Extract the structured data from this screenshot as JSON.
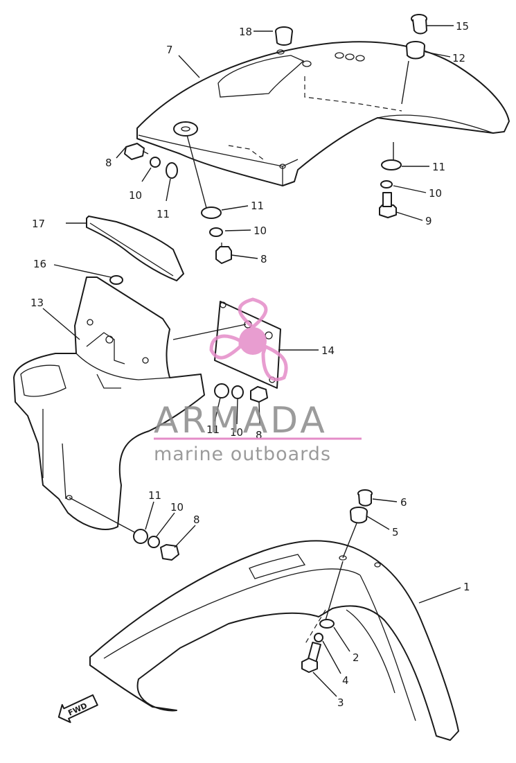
{
  "callouts": [
    {
      "id": "c1",
      "label": "1"
    },
    {
      "id": "c2",
      "label": "2"
    },
    {
      "id": "c3",
      "label": "3"
    },
    {
      "id": "c4",
      "label": "4"
    },
    {
      "id": "c5",
      "label": "5"
    },
    {
      "id": "c6",
      "label": "6"
    },
    {
      "id": "c7",
      "label": "7"
    },
    {
      "id": "c8a",
      "label": "8"
    },
    {
      "id": "c8b",
      "label": "8"
    },
    {
      "id": "c8c",
      "label": "8"
    },
    {
      "id": "c8d",
      "label": "8"
    },
    {
      "id": "c9",
      "label": "9"
    },
    {
      "id": "c10a",
      "label": "10"
    },
    {
      "id": "c10b",
      "label": "10"
    },
    {
      "id": "c10c",
      "label": "10"
    },
    {
      "id": "c10d",
      "label": "10"
    },
    {
      "id": "c10e",
      "label": "10"
    },
    {
      "id": "c11a",
      "label": "11"
    },
    {
      "id": "c11b",
      "label": "11"
    },
    {
      "id": "c11c",
      "label": "11"
    },
    {
      "id": "c11d",
      "label": "11"
    },
    {
      "id": "c11e",
      "label": "11"
    },
    {
      "id": "c12",
      "label": "12"
    },
    {
      "id": "c13",
      "label": "13"
    },
    {
      "id": "c14",
      "label": "14"
    },
    {
      "id": "c15",
      "label": "15"
    },
    {
      "id": "c16",
      "label": "16"
    },
    {
      "id": "c17",
      "label": "17"
    },
    {
      "id": "c18",
      "label": "18"
    }
  ],
  "direction_tag": "FWD",
  "watermark": {
    "brand": "ARMADA",
    "tagline": "marine outboards",
    "colors": {
      "pink": "#e48cc8",
      "gray": "#8a8a8a"
    }
  }
}
